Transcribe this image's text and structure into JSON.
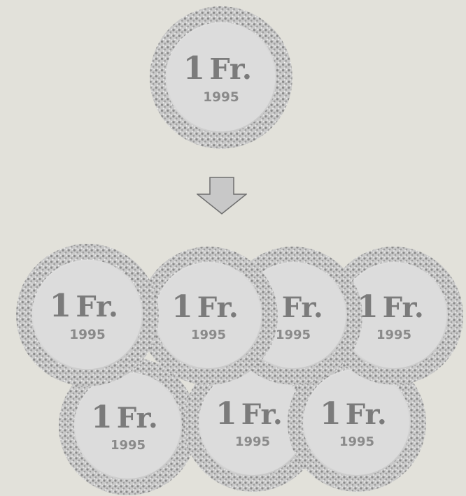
{
  "coin": {
    "denomination": "1",
    "unit": "Fr.",
    "year": "1995"
  },
  "colors": {
    "background": "#e2e1da",
    "coin_face": "#d7d7d7",
    "coin_rim": "#8e8e8e",
    "coin_text": "#7b7b7b",
    "arrow_fill": "#c8c8c8",
    "arrow_stroke": "#6e6e6e"
  },
  "scene": {
    "single_coin_count": 1,
    "multiplied_coin_count": 7
  }
}
